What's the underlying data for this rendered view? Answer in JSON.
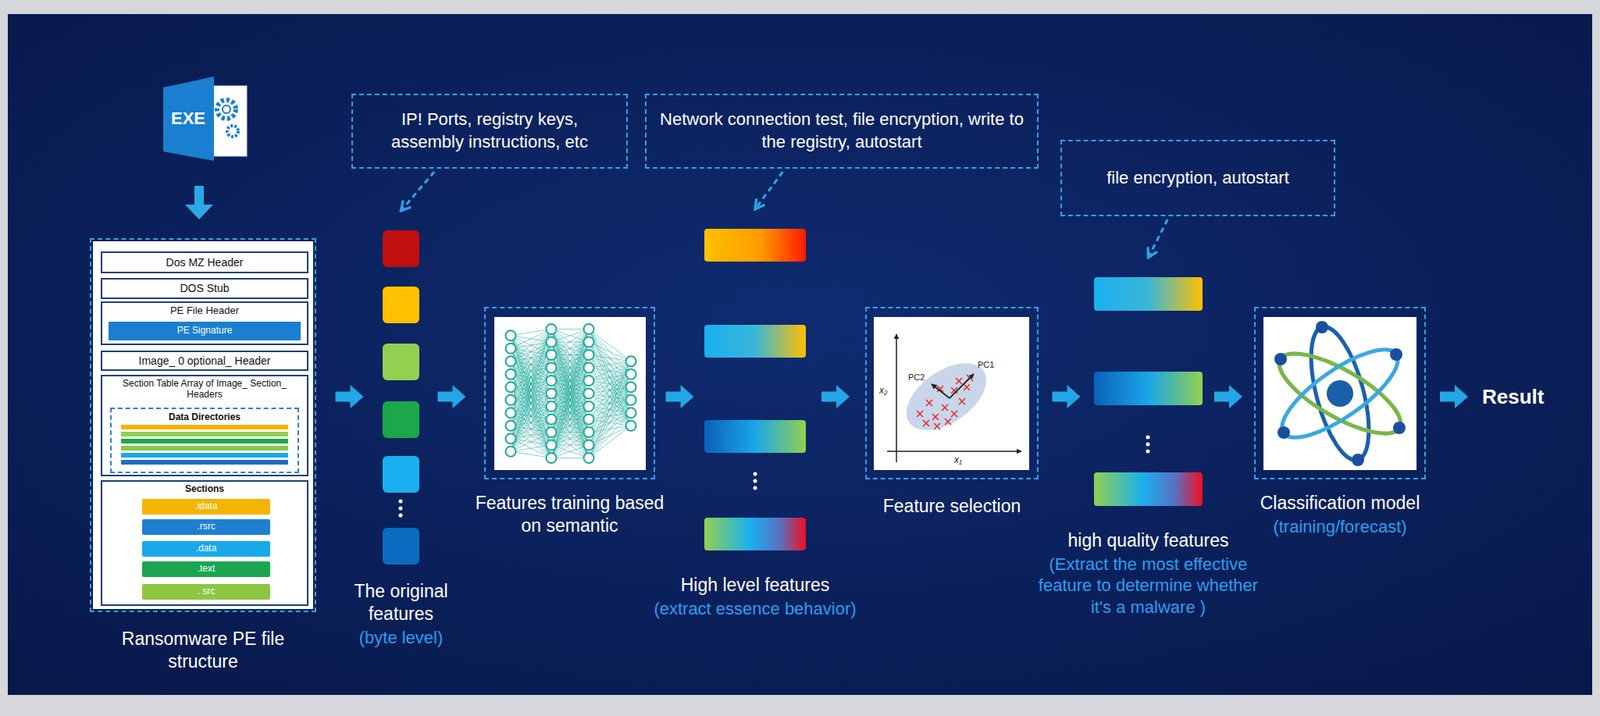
{
  "diagram": {
    "nodes": [
      {
        "text": [
          "Ransomware PE file structure"
        ]
      },
      {
        "text": [
          "Dos MZ Header"
        ],
        "in": 0
      },
      {
        "text": [
          "DOS Stub"
        ],
        "in": 0
      },
      {
        "text": [
          "PE File Header"
        ],
        "in": 0
      },
      {
        "text": [
          "PE Signature"
        ],
        "in": 3
      },
      {
        "text": [
          "Image_ 0 optional_ Header"
        ],
        "in": 0
      },
      {
        "text": [
          "Section Table Array of Image_ Section_ Headers"
        ],
        "in": 0
      },
      {
        "text": [
          "Data Directories"
        ],
        "in": 6
      },
      {
        "text": [
          "Sections"
        ],
        "in": 0
      },
      {
        "text": [
          ".idata"
        ],
        "in": 8
      },
      {
        "text": [
          ".rsrc"
        ],
        "in": 8
      },
      {
        "text": [
          ".data"
        ],
        "in": 8
      },
      {
        "text": [
          ".text"
        ],
        "in": 8
      },
      {
        "text": [
          ". src"
        ],
        "in": 8
      },
      {
        "text": [
          "IP! Ports, registry keys, assembly instructions, etc"
        ]
      },
      {
        "text": [
          "The original features",
          "(byte level)"
        ]
      },
      {
        "text": [
          "Features training based on semantic"
        ]
      },
      {
        "text": [
          "Network connection test, file encryption, write to the registry, autostart"
        ]
      },
      {
        "text": [
          "High level features",
          "(extract essence behavior)"
        ]
      },
      {
        "text": [
          "Feature selection"
        ]
      },
      {
        "text": [
          "file encryption, autostart"
        ]
      },
      {
        "text": [
          "high quality features",
          "(Extract the most effective feature to determine whether it's a malware )"
        ]
      },
      {
        "text": [
          "Classification model",
          "(training/forecast)"
        ]
      },
      {
        "text": [
          "Result"
        ]
      }
    ],
    "edges": [
      {
        "from": 0,
        "to": 15,
        "arrow": "to"
      },
      {
        "from": 15,
        "to": 16,
        "arrow": "to"
      },
      {
        "from": 16,
        "to": 18,
        "arrow": "to"
      },
      {
        "from": 18,
        "to": 19,
        "arrow": "to"
      },
      {
        "from": 19,
        "to": 21,
        "arrow": "to"
      },
      {
        "from": 21,
        "to": 22,
        "arrow": "to"
      },
      {
        "from": 22,
        "to": 23,
        "arrow": "to"
      },
      {
        "from": 14,
        "to": 15,
        "arrow": "to"
      },
      {
        "from": 17,
        "to": 18,
        "arrow": "to"
      },
      {
        "from": 20,
        "to": 21,
        "arrow": "to"
      }
    ],
    "labels": [
      "EXE",
      "PC1",
      "PC2",
      "x₂",
      "x₁"
    ]
  }
}
